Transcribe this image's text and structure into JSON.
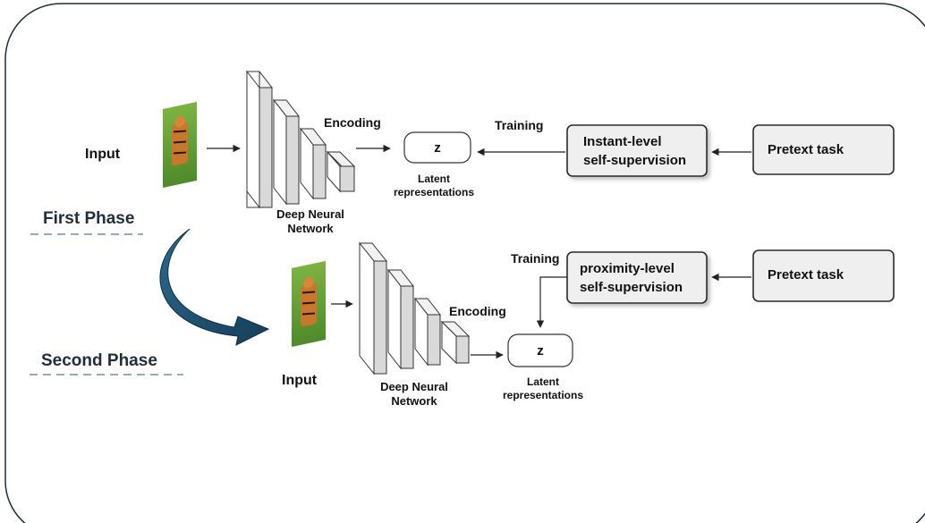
{
  "phases": {
    "first": "First Phase",
    "second": "Second Phase"
  },
  "phase1": {
    "input_label": "Input",
    "encoding_label": "Encoding",
    "network_label": [
      "Deep Neural",
      "Network"
    ],
    "z_label": "z",
    "latent_label": [
      "Latent",
      "representations"
    ],
    "training_label": "Training",
    "supervision_label": [
      "Instant-level",
      "self-supervision"
    ],
    "pretext_label": "Pretext task"
  },
  "phase2": {
    "input_label": "Input",
    "encoding_label": "Encoding",
    "network_label": [
      "Deep Neural",
      "Network"
    ],
    "z_label": "z",
    "latent_label": [
      "Latent",
      "representations"
    ],
    "training_label": "Training",
    "supervision_label": [
      "proximity-level",
      "self-supervision"
    ],
    "pretext_label": "Pretext task"
  },
  "colors": {
    "curved_arrow": "#1d4a66",
    "phase_underline": "#6f8fa8",
    "image_grass": "#5f9b36",
    "image_tiger": "#c9772e"
  },
  "icons": [
    "tiger-image",
    "curved-arrow-icon"
  ]
}
